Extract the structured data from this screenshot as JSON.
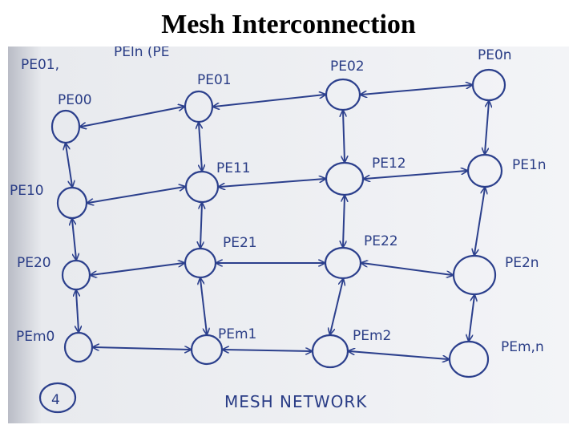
{
  "slide": {
    "title": "Mesh Interconnection"
  },
  "sketch": {
    "top_fragment": "PE01,",
    "top_fragment2": "PEln (PE",
    "footer_number": "4",
    "footer_text": "MESH NETWORK",
    "colors": {
      "ink": "#2b3f8c",
      "paper": "#f1f3f6",
      "shade_left": "#c9cbd2"
    }
  },
  "mesh": {
    "rows": [
      [
        "PE00",
        "PE01",
        "PE02",
        "PE0n"
      ],
      [
        "PE10",
        "PE11",
        "PE12",
        "PE1n"
      ],
      [
        "PE20",
        "PE21",
        "PE22",
        "PE2n"
      ],
      [
        "PEm0",
        "PEm1",
        "PEm2",
        "PEm,n"
      ]
    ]
  }
}
